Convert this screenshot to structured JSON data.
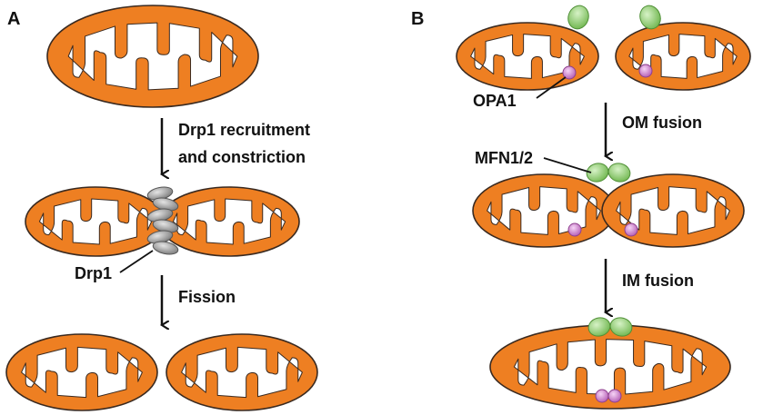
{
  "panel_a": {
    "letter": "A",
    "step1_line1": "Drp1 recruitment",
    "step1_line2": "and constriction",
    "protein_label": "Drp1",
    "step2": "Fission"
  },
  "panel_b": {
    "letter": "B",
    "inner_protein_label": "OPA1",
    "step1": "OM fusion",
    "outer_protein_label": "MFN1/2",
    "step2": "IM fusion"
  },
  "colors": {
    "membrane": "#EE7F22",
    "matrix": "#FFFFFF",
    "outline": "#3A2A20",
    "drp1": "#8E8E8E",
    "mfn": "#8CCB6E",
    "opa1": "#C77BC7",
    "arrow": "#111111"
  }
}
